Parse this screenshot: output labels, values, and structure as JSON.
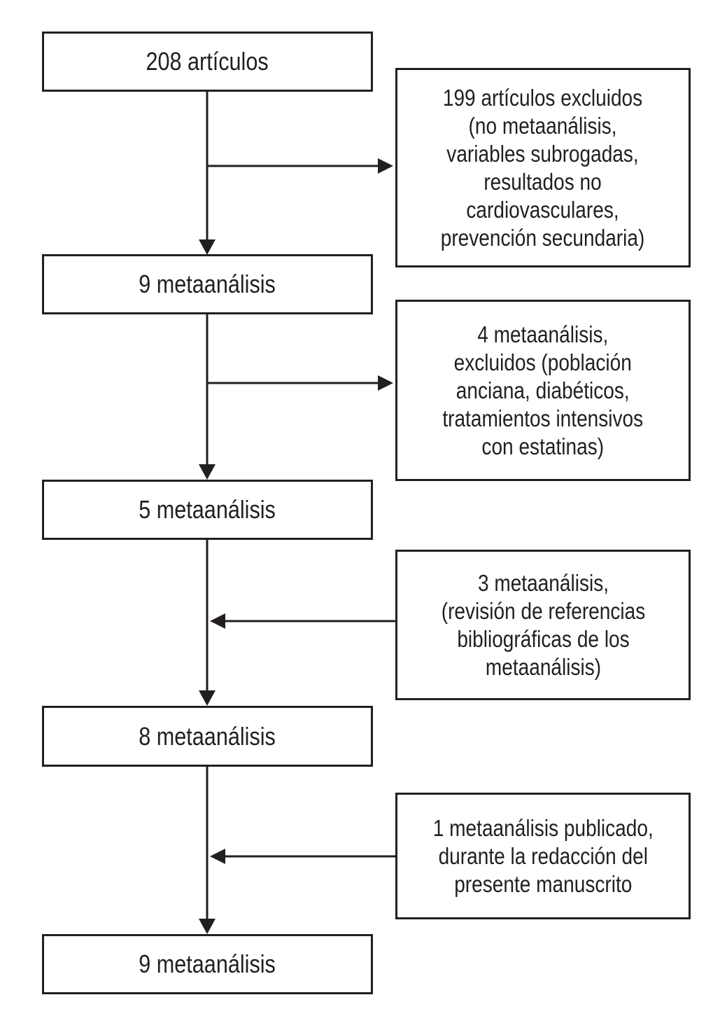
{
  "flow": {
    "colors": {
      "line": "#231f20",
      "background": "#ffffff"
    },
    "main_boxes": [
      {
        "label": "208 artículos"
      },
      {
        "label": "9 metaanálisis"
      },
      {
        "label": "5 metaanálisis"
      },
      {
        "label": "8 metaanálisis"
      },
      {
        "label": "9 metaanálisis"
      }
    ],
    "side_boxes": [
      {
        "lines": [
          "199 artículos excluidos",
          "(no metaanálisis,",
          "variables subrogadas,",
          "resultados no",
          "cardiovasculares,",
          "prevención secundaria)"
        ]
      },
      {
        "lines": [
          "4 metaanálisis,",
          "excluidos (población",
          "anciana, diabéticos,",
          "tratamientos intensivos",
          "con estatinas)"
        ]
      },
      {
        "lines": [
          "3 metaanálisis,",
          "(revisión de referencias",
          "bibliográficas de los",
          "metaanálisis)"
        ]
      },
      {
        "lines": [
          "1 metaanálisis publicado,",
          "durante la redacción del",
          "presente manuscrito"
        ]
      }
    ]
  }
}
